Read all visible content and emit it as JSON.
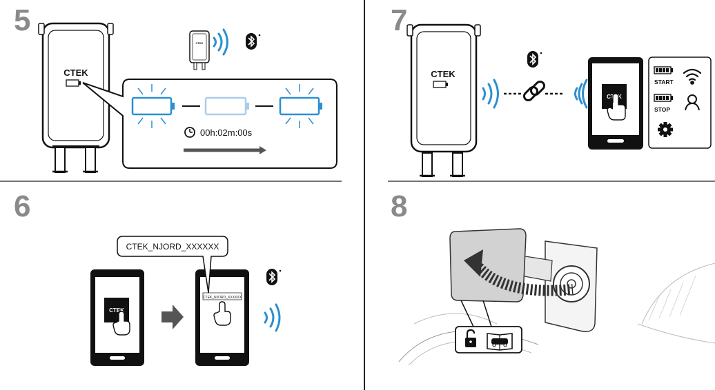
{
  "steps": {
    "s5": {
      "number": "5",
      "timer": "00h:02m:00s",
      "brand": "CTEK"
    },
    "s6": {
      "number": "6",
      "ssid": "CTEK_NJORD_XXXXXX",
      "ssid_small": "CTEK_NJORD_XXXXXX",
      "app_brand": "CTEK"
    },
    "s7": {
      "number": "7",
      "brand": "CTEK",
      "app_brand": "CTEK",
      "start_label": "START",
      "stop_label": "STOP"
    },
    "s8": {
      "number": "8"
    }
  },
  "colors": {
    "accent": "#2a8fd0",
    "dark": "#111111",
    "grey": "#8a8a8a"
  },
  "icons": [
    "bluetooth-icon",
    "wifi-signal-icon",
    "battery-icon",
    "clock-icon",
    "arrow-right-icon",
    "link-icon",
    "tap-hand-icon",
    "gear-icon",
    "wifi-icon",
    "user-icon",
    "unlock-icon",
    "manual-icon"
  ]
}
